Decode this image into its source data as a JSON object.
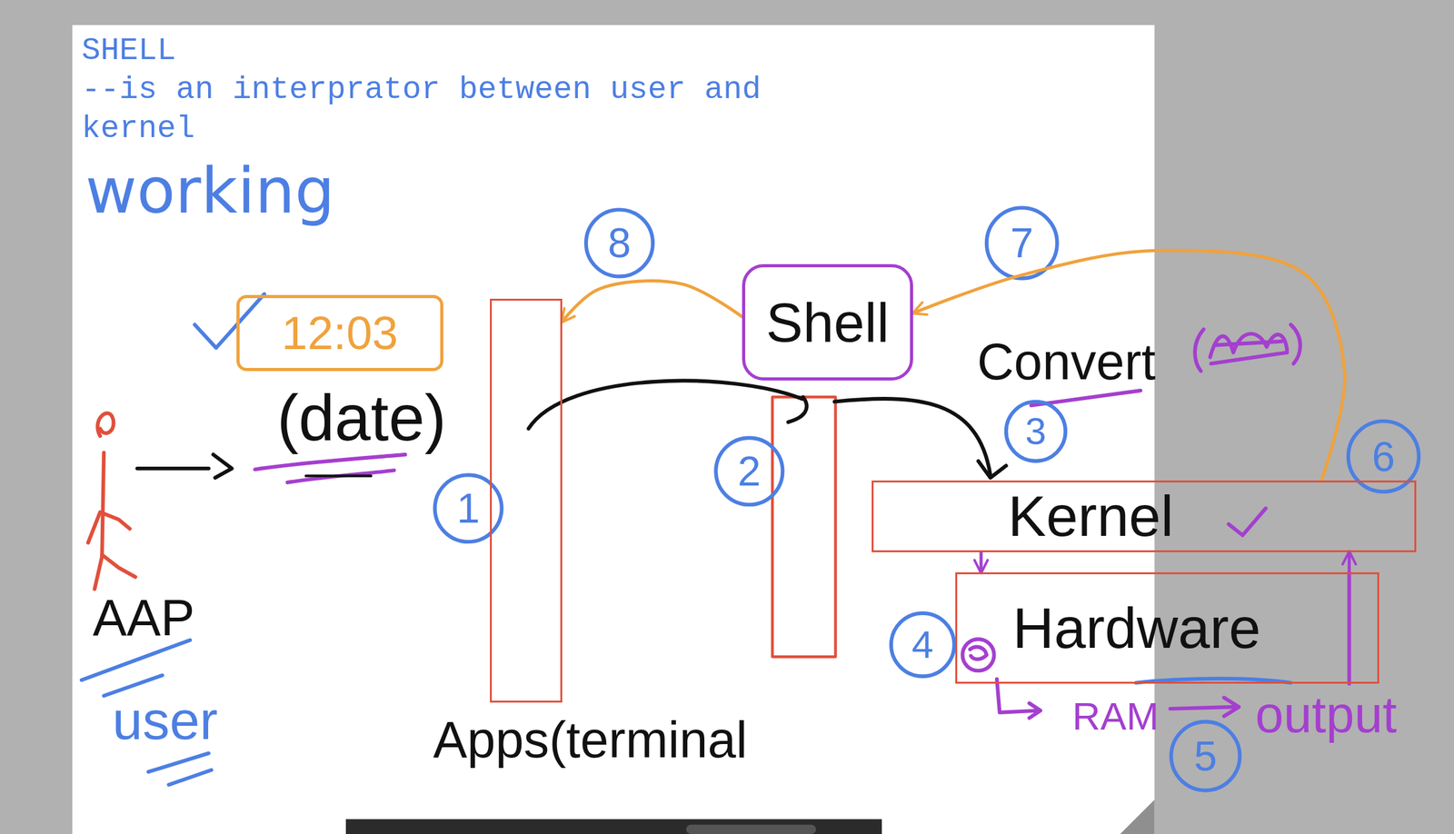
{
  "diagram": {
    "title": "SHELL",
    "nodes": [
      {
        "text": [
          "12:03"
        ]
      },
      {
        "text": [
          "Apps(terminal"
        ]
      },
      {
        "text": [
          "Shell"
        ]
      },
      {
        "text": [
          "Kernel"
        ]
      },
      {
        "text": [
          "Hardware"
        ]
      }
    ],
    "edges": [
      {
        "from": 2,
        "to": 1,
        "arrow": "to"
      },
      {
        "from": 3,
        "to": 2,
        "arrow": "to"
      },
      {
        "from": 3,
        "to": 4,
        "arrow": "to"
      },
      {
        "from": 4,
        "to": 3,
        "arrow": "to"
      }
    ],
    "labels": [
      "--is an interprator between user and kernel",
      "working",
      "(date)",
      "AAP",
      "user",
      "Convert",
      "RAM",
      "output",
      "1",
      "2",
      "3",
      "4",
      "5",
      "6",
      "7",
      "8"
    ]
  }
}
